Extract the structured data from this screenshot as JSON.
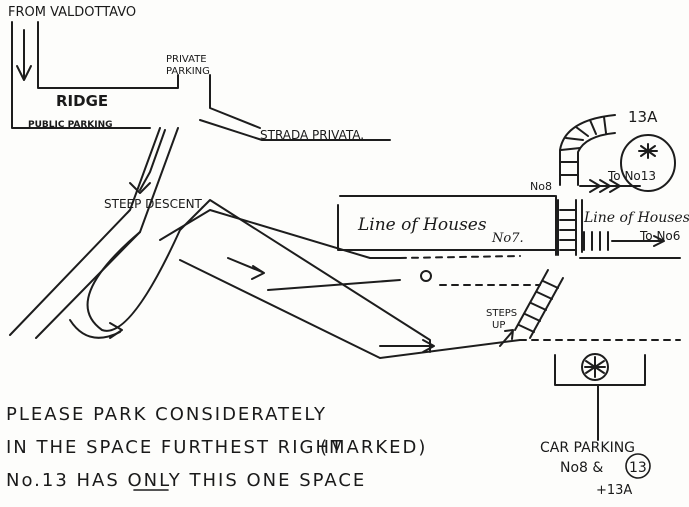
{
  "labels": {
    "from_valdottavo": "FROM VALDOTTAVO",
    "private_parking_1": "PRIVATE",
    "private_parking_2": "PARKING",
    "ridge": "RIDGE",
    "public_parking": "PUBLIC PARKING",
    "strada_privata": "STRADA PRIVATA.",
    "steep_descent": "STEEP DESCENT.",
    "line_of_houses_left": "Line of Houses",
    "no7": "No7.",
    "no8": "No8",
    "line_of_houses_right": "Line of Houses",
    "label_13a": "13A",
    "to_no13": "To No13",
    "to_no6": "To No6",
    "steps_up_1": "STEPS",
    "steps_up_2": "UP",
    "car_parking_1": "CAR PARKING",
    "car_parking_2": "No8 &",
    "car_parking_13": "13",
    "car_parking_3": "+13A"
  },
  "note": {
    "line1": "PLEASE PARK CONSIDERATELY",
    "line2": "IN THE SPACE FURTHEST RIGHT",
    "line2_marked": "(MARKED)",
    "line3": "No.13 HAS ONLY THIS ONE SPACE"
  },
  "icons": [
    "direction-arrow-icon",
    "asterisk-marker-icon"
  ]
}
